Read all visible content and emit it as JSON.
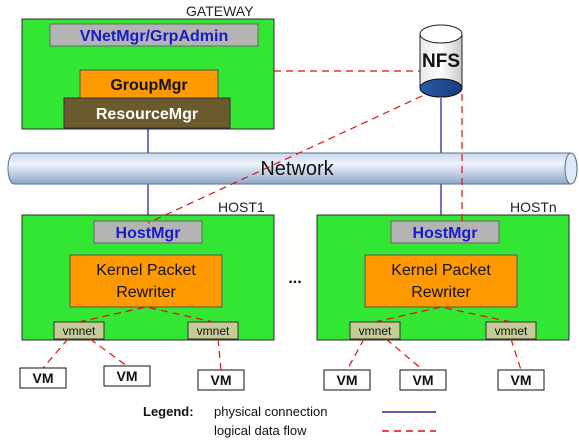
{
  "gateway": {
    "title": "GATEWAY",
    "vnet_label": "VNetMgr/GrpAdmin",
    "group_label": "GroupMgr",
    "resource_label": "ResourceMgr"
  },
  "nfs": {
    "label": "NFS"
  },
  "network": {
    "label": "Network"
  },
  "host1": {
    "title": "HOST1",
    "hostmgr_label": "HostMgr",
    "kpr_line1": "Kernel Packet",
    "kpr_line2": "Rewriter",
    "vmnet_left": "vmnet",
    "vmnet_right": "vmnet",
    "vm_labels": [
      "VM",
      "VM",
      "VM"
    ]
  },
  "hostn": {
    "title": "HOSTn",
    "hostmgr_label": "HostMgr",
    "kpr_line1": "Kernel Packet",
    "kpr_line2": "Rewriter",
    "vmnet_left": "vmnet",
    "vmnet_right": "vmnet",
    "vm_labels": [
      "VM",
      "VM",
      "VM"
    ]
  },
  "ellipsis": "...",
  "legend": {
    "title": "Legend:",
    "physical_label": "physical connection",
    "logical_label": "logical data flow"
  },
  "colors": {
    "host_green": "#33e633",
    "grey_box": "#b4b4b4",
    "blue_text": "#1a1acc",
    "orange": "#ff9900",
    "olive": "#6b5a2e",
    "vmnet_fill": "#c6cc96",
    "physical_line": "#2a2a9a",
    "logical_line": "#dd1111"
  }
}
